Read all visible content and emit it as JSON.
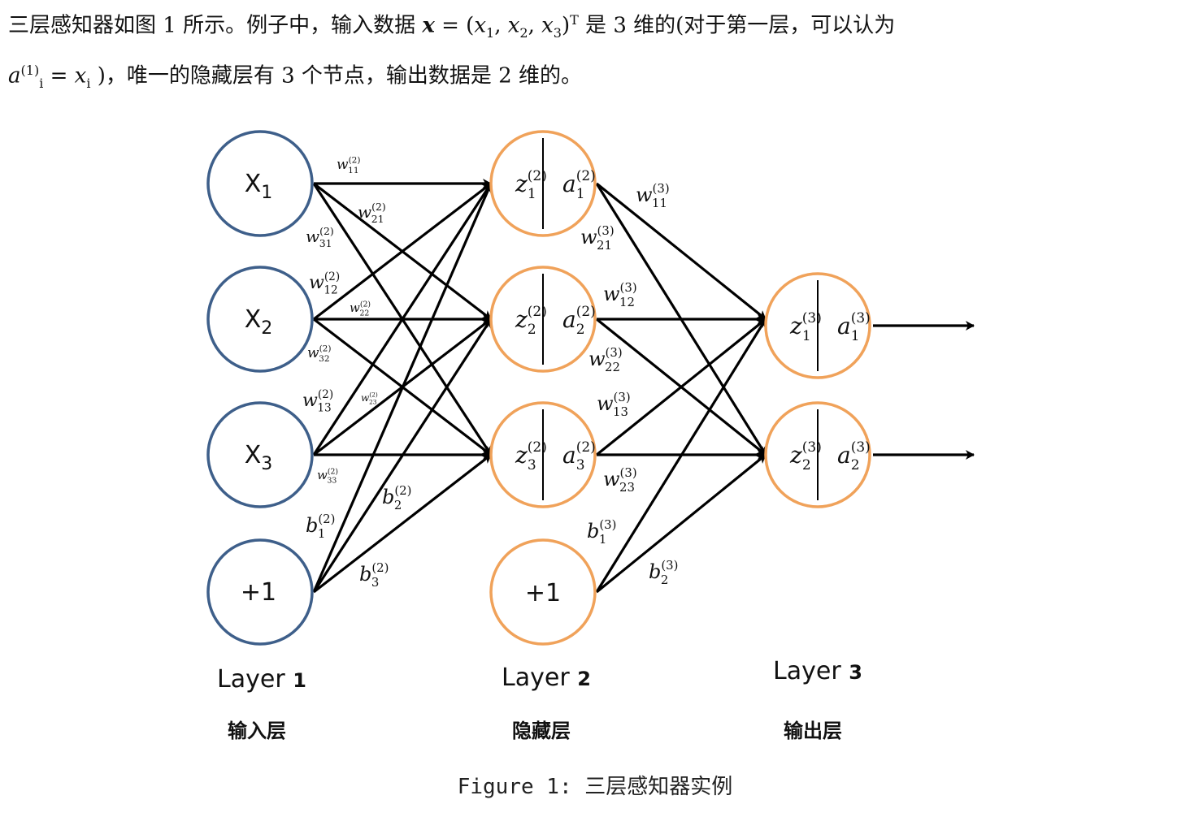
{
  "paragraph": {
    "p1": "三层感知器如图 1 所示。例子中，输入数据",
    "vec": "x",
    "eq": " = (",
    "x1": "x",
    "s1": "1",
    "comma1": ", ",
    "x2": "x",
    "s2": "2",
    "comma2": ", ",
    "x3": "x",
    "s3": "3",
    "close": ")",
    "T": "T",
    "p2": " 是 3 维的(对于第一层，可以认为",
    "a": "a",
    "a_sup": "(1)",
    "a_sub": "i",
    "eq2": " = ",
    "xi": "x",
    "xi_sub": "i",
    "p3": " )，唯一的隐藏层有 3 个节点，输出数据是 2 维的。"
  },
  "colors": {
    "input": "#3e5f8a",
    "hidden": "#f0a25a",
    "edge": "#000000"
  },
  "layers": [
    {
      "label": "Layer",
      "num": "1",
      "cn": "输入层"
    },
    {
      "label": "Layer",
      "num": "2",
      "cn": "隐藏层"
    },
    {
      "label": "Layer",
      "num": "3",
      "cn": "输出层"
    }
  ],
  "input_nodes": [
    {
      "base": "X",
      "sub": "1"
    },
    {
      "base": "X",
      "sub": "2"
    },
    {
      "base": "X",
      "sub": "3"
    },
    {
      "base": "+1",
      "sub": ""
    }
  ],
  "hidden_nodes": [
    {
      "z": "z",
      "a": "a",
      "sub": "1",
      "sup": "(2)"
    },
    {
      "z": "z",
      "a": "a",
      "sub": "2",
      "sup": "(2)"
    },
    {
      "z": "z",
      "a": "a",
      "sub": "3",
      "sup": "(2)"
    }
  ],
  "hidden_bias": "+1",
  "output_nodes": [
    {
      "z": "z",
      "a": "a",
      "sub": "1",
      "sup": "(3)"
    },
    {
      "z": "z",
      "a": "a",
      "sub": "2",
      "sup": "(3)"
    }
  ],
  "weights_layer2": [
    {
      "sym": "w",
      "sub": "11",
      "sup": "(2)"
    },
    {
      "sym": "w",
      "sub": "21",
      "sup": "(2)"
    },
    {
      "sym": "w",
      "sub": "31",
      "sup": "(2)"
    },
    {
      "sym": "w",
      "sub": "12",
      "sup": "(2)"
    },
    {
      "sym": "w",
      "sub": "22",
      "sup": "(2)"
    },
    {
      "sym": "w",
      "sub": "32",
      "sup": "(2)"
    },
    {
      "sym": "w",
      "sub": "13",
      "sup": "(2)"
    },
    {
      "sym": "w",
      "sub": "23",
      "sup": "(2)"
    },
    {
      "sym": "w",
      "sub": "33",
      "sup": "(2)"
    },
    {
      "sym": "b",
      "sub": "1",
      "sup": "(2)"
    },
    {
      "sym": "b",
      "sub": "2",
      "sup": "(2)"
    },
    {
      "sym": "b",
      "sub": "3",
      "sup": "(2)"
    }
  ],
  "weights_layer3": [
    {
      "sym": "w",
      "sub": "11",
      "sup": "(3)"
    },
    {
      "sym": "w",
      "sub": "21",
      "sup": "(3)"
    },
    {
      "sym": "w",
      "sub": "12",
      "sup": "(3)"
    },
    {
      "sym": "w",
      "sub": "22",
      "sup": "(3)"
    },
    {
      "sym": "w",
      "sub": "13",
      "sup": "(3)"
    },
    {
      "sym": "w",
      "sub": "23",
      "sup": "(3)"
    },
    {
      "sym": "b",
      "sub": "1",
      "sup": "(3)"
    },
    {
      "sym": "b",
      "sub": "2",
      "sup": "(3)"
    }
  ],
  "caption": {
    "prefix": "Figure 1:",
    "text": "三层感知器实例"
  }
}
